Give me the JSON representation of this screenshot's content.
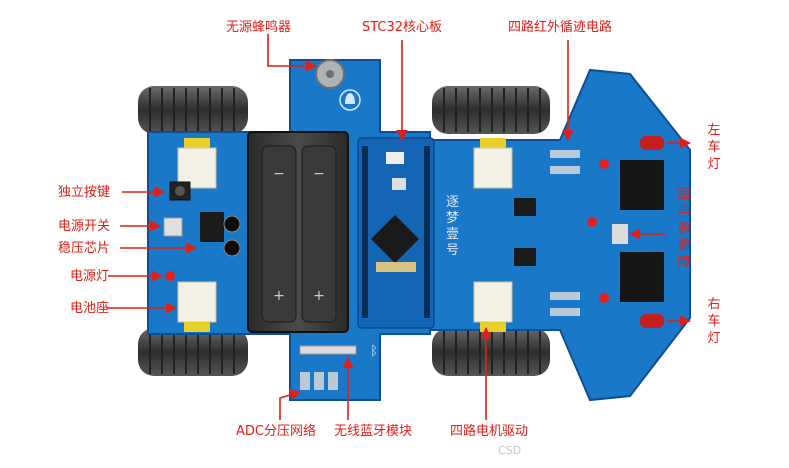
{
  "labels": {
    "buzzer": "无源蜂鸣器",
    "stc_board": "STC32核心板",
    "ir_tracking": "四路红外循迹电路",
    "button": "独立按键",
    "power_switch": "电源开关",
    "regulator": "稳压芯片",
    "power_led": "电源灯",
    "battery": "电池座",
    "adc": "ADC分压网络",
    "bluetooth": "无线蓝牙模块",
    "motor_driver": "四路电机驱动",
    "watermark": "CSD",
    "board_logo": "逐梦壹号"
  },
  "vertical_labels": {
    "left_light": [
      "左",
      "车",
      "灯"
    ],
    "right_light": [
      "右",
      "车",
      "灯"
    ],
    "ultrasonic": [
      "超",
      "声",
      "波",
      "避",
      "障"
    ]
  },
  "colors": {
    "annotation": "#e02018",
    "pcb": "#1976c4",
    "pcb_dark": "#0d4f91",
    "tire": "#3a3a3a",
    "led_red": "#e32020"
  }
}
